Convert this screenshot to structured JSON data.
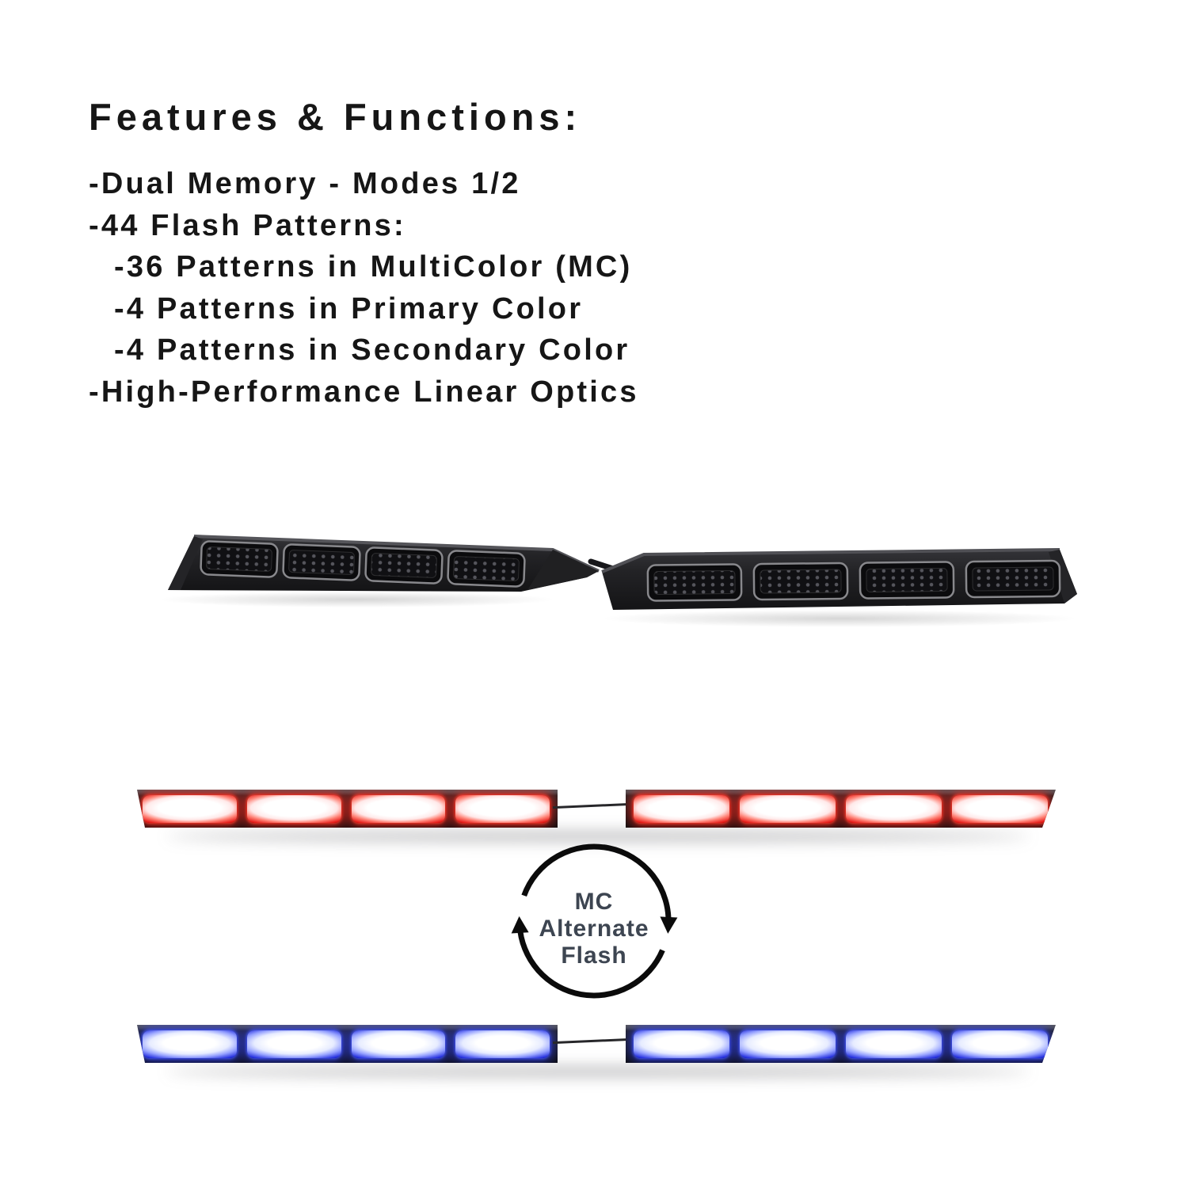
{
  "title": "Features & Functions:",
  "features": {
    "items": [
      "-Dual Memory - Modes 1/2",
      "-44 Flash Patterns:",
      "-36 Patterns in MultiColor (MC)",
      "-4 Patterns in Primary Color",
      "-4 Patterns in Secondary Color",
      "-High-Performance Linear Optics"
    ]
  },
  "diagram": {
    "labels": [
      "MC",
      "Alternate",
      "Flash"
    ]
  },
  "lightbars": {
    "unlit_product": {
      "segments": 2,
      "modules_per_segment": 4
    },
    "primary_color_bar": {
      "segments": 2,
      "modules_per_segment": 4,
      "color_name": "red"
    },
    "secondary_color_bar": {
      "segments": 2,
      "modules_per_segment": 4,
      "color_name": "blue"
    }
  },
  "colors": {
    "text": "#161616",
    "diagram_text": "#3d4551",
    "arrow": "#0b0b0b",
    "primary": "#e51a17",
    "secondary": "#2530df",
    "bar_body": "#1b1b1d"
  }
}
